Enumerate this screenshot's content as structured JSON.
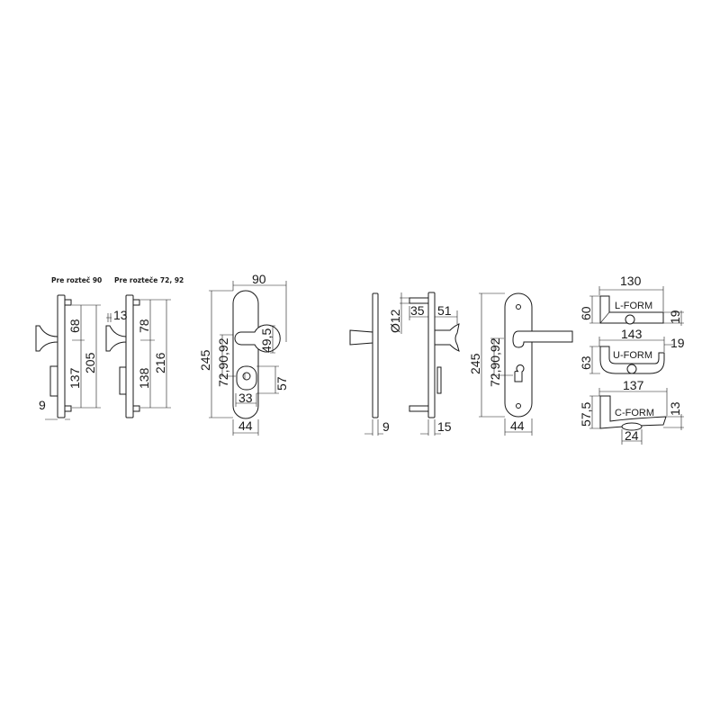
{
  "labels": {
    "spacing_90": "Pre rozteč 90",
    "spacing_72_92": "Pre rozteče 72, 92"
  },
  "view1": {
    "d_upper": "68",
    "d_lower": "137",
    "d_total": "205",
    "d_offset": "9"
  },
  "view2": {
    "d_handle": "13",
    "d_upper": "78",
    "d_lower": "138",
    "d_total": "216"
  },
  "view3": {
    "width": "90",
    "height": "245",
    "spacing": "72,90,92",
    "cyl": "49,5",
    "lock_h": "57",
    "lock_w": "33",
    "plate_w": "44"
  },
  "view4": {
    "thickness": "9"
  },
  "view5": {
    "diameter": "Ø12",
    "pin": "35",
    "handle": "51",
    "thickness": "15"
  },
  "view6": {
    "height": "245",
    "spacing": "72,90,92",
    "width": "44"
  },
  "lever_l": {
    "name": "L-FORM",
    "length": "130",
    "height": "60",
    "thickness": "19"
  },
  "lever_u": {
    "name": "U-FORM",
    "length": "143",
    "height": "63",
    "thickness": "19"
  },
  "lever_c": {
    "name": "C-FORM",
    "length": "137",
    "height": "57,5",
    "thickness": "13",
    "grip": "24"
  }
}
